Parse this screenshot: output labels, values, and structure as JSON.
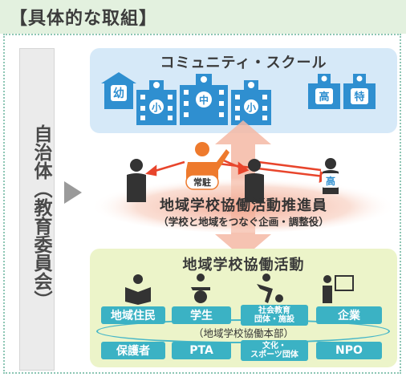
{
  "header": {
    "title": "【具体的な取組】"
  },
  "side": {
    "label": "自治体（教育委員会）"
  },
  "community": {
    "title": "コミュニティ・スクール",
    "schools": [
      "幼",
      "小",
      "中",
      "小",
      "高",
      "特"
    ]
  },
  "coordinator": {
    "title": "地域学校協働活動推進員",
    "subtitle": "（学校と地域をつなぐ企画・調整役）",
    "badge": "常駐",
    "student_badge": "高"
  },
  "activity": {
    "title": "地域学校協働活動",
    "hq": "（地域学校協働本部）",
    "top_row": [
      "地域住民",
      "学生",
      "社会教育",
      "団体・施設",
      "企業"
    ],
    "bottom_row": [
      "保護者",
      "PTA",
      "文化・",
      "スポーツ団体",
      "NPO"
    ]
  },
  "colors": {
    "header_bg": "#e3f1df",
    "community_bg": "#d6e9f8",
    "activity_bg": "#ecf4c9",
    "accent_teal": "#3bb2c4",
    "building_blue": "#2f8fd0",
    "arrow_pink": "#f4b8a5",
    "highlight_orange": "#ee7a2d"
  }
}
